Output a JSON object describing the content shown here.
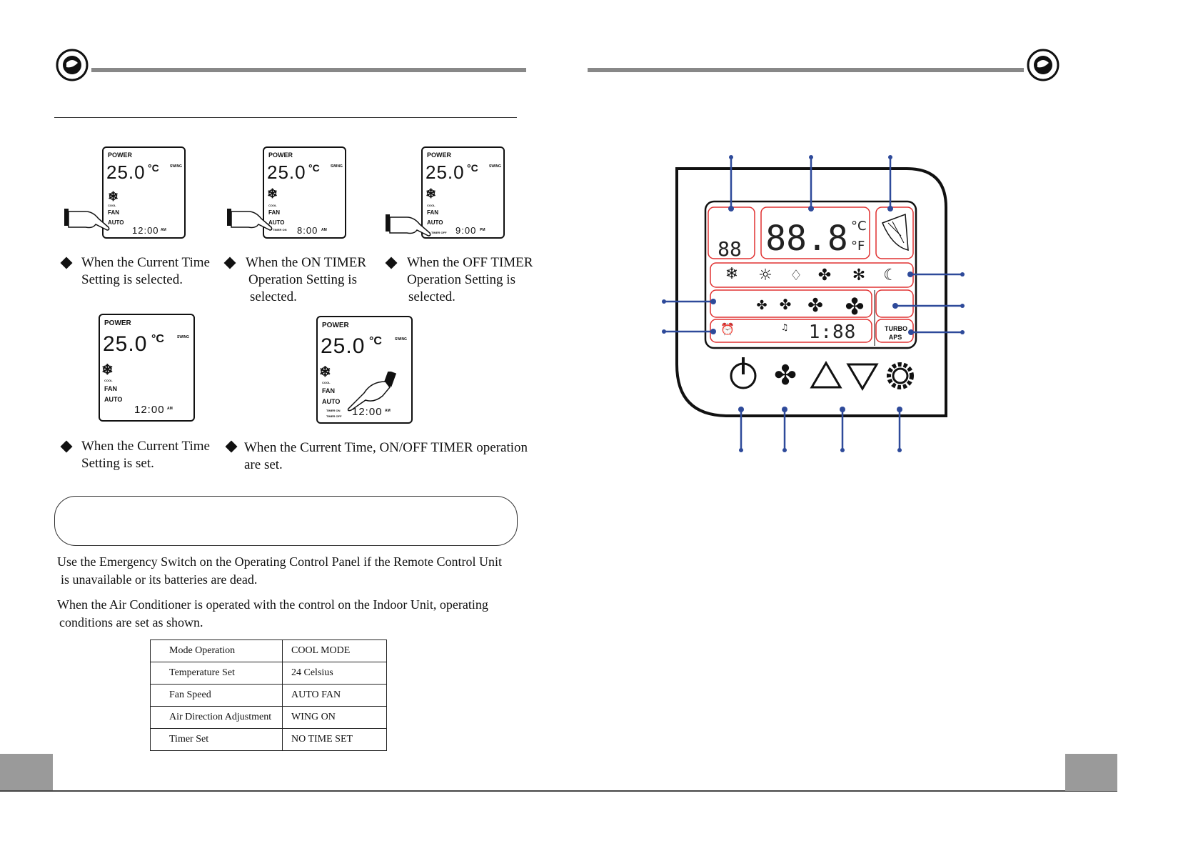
{
  "lcd": {
    "power": "POWER",
    "temp": "25.0",
    "deg": "°C",
    "swing": "SWING",
    "cool": "COOL",
    "fan": "FAN",
    "auto": "AUTO",
    "timer_on": "TIMER ON",
    "timer_off": "TIMER OFF",
    "am": "AM",
    "pm": "PM",
    "clock_1200": "12:00",
    "clock_800": "8:00",
    "clock_900": "9:00"
  },
  "captions": {
    "c1": [
      "When the Current Time",
      "Setting is selected."
    ],
    "c2": [
      "When the ON TIMER",
      "Operation Setting is",
      "selected."
    ],
    "c3": [
      "When the OFF TIMER",
      "Operation Setting is",
      "selected."
    ],
    "c4": [
      "When the Current Time",
      "Setting is set."
    ],
    "c5": [
      "When the Current Time, ON/OFF TIMER operation",
      "are set."
    ]
  },
  "body": {
    "p1": [
      "Use the Emergency Switch on the Operating Control Panel if the Remote Control Unit",
      "is unavailable or its batteries are dead."
    ],
    "p2": [
      "When the Air Conditioner is operated with the control on the Indoor Unit, operating",
      "conditions are set as shown."
    ]
  },
  "settings_table": [
    {
      "label": "Mode Operation",
      "value": "COOL MODE"
    },
    {
      "label": "Temperature Set",
      "value": "24 Celsius"
    },
    {
      "label": "Fan Speed",
      "value": "AUTO FAN"
    },
    {
      "label": "Air Direction Adjustment",
      "value": "WING ON"
    },
    {
      "label": "Timer Set",
      "value": "NO TIME SET"
    }
  ],
  "panel": {
    "digits_small": "88",
    "digits_big": "88.8",
    "unit_c": "°C",
    "unit_f": "°F",
    "digits_timer": "1:88",
    "turbo": "TURBO",
    "aps": "APS"
  }
}
